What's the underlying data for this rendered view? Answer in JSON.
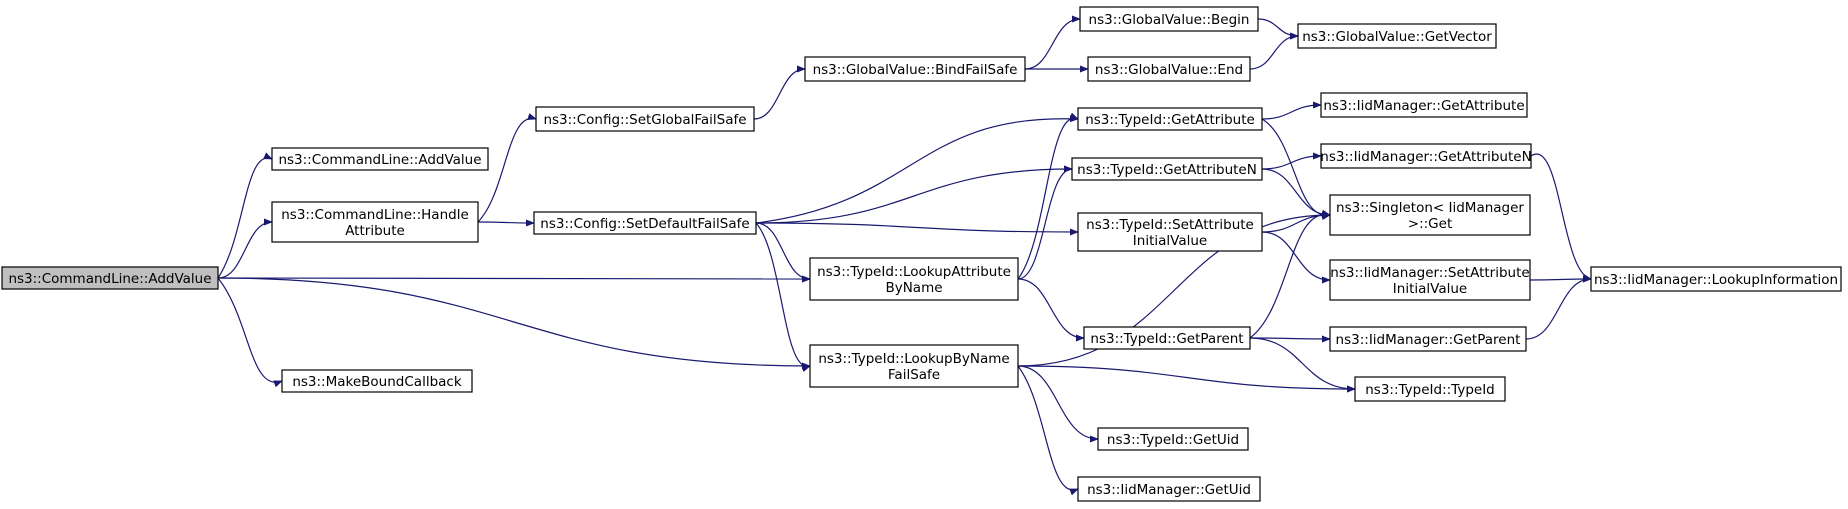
{
  "diagram": {
    "type": "call-graph",
    "edge_color": "#191970",
    "root_fill": "#bfbfbf",
    "nodes": [
      {
        "id": "root",
        "lines": [
          "ns3::CommandLine::AddValue"
        ],
        "root": true
      },
      {
        "id": "cl_addvalue2",
        "lines": [
          "ns3::CommandLine::AddValue"
        ]
      },
      {
        "id": "cl_handle",
        "lines": [
          "ns3::CommandLine::Handle",
          "Attribute"
        ]
      },
      {
        "id": "make_bound",
        "lines": [
          "ns3::MakeBoundCallback"
        ]
      },
      {
        "id": "cfg_setglobal",
        "lines": [
          "ns3::Config::SetGlobalFailSafe"
        ]
      },
      {
        "id": "cfg_setdefault",
        "lines": [
          "ns3::Config::SetDefaultFailSafe"
        ]
      },
      {
        "id": "gv_bind",
        "lines": [
          "ns3::GlobalValue::BindFailSafe"
        ]
      },
      {
        "id": "tid_lookupattr",
        "lines": [
          "ns3::TypeId::LookupAttribute",
          "ByName"
        ]
      },
      {
        "id": "tid_lookupbyname",
        "lines": [
          "ns3::TypeId::LookupByName",
          "FailSafe"
        ]
      },
      {
        "id": "gv_begin",
        "lines": [
          "ns3::GlobalValue::Begin"
        ]
      },
      {
        "id": "gv_end",
        "lines": [
          "ns3::GlobalValue::End"
        ]
      },
      {
        "id": "tid_getattr",
        "lines": [
          "ns3::TypeId::GetAttribute"
        ]
      },
      {
        "id": "tid_getattrn",
        "lines": [
          "ns3::TypeId::GetAttributeN"
        ]
      },
      {
        "id": "tid_setattr",
        "lines": [
          "ns3::TypeId::SetAttribute",
          "InitialValue"
        ]
      },
      {
        "id": "tid_getparent",
        "lines": [
          "ns3::TypeId::GetParent"
        ]
      },
      {
        "id": "tid_getuid",
        "lines": [
          "ns3::TypeId::GetUid"
        ]
      },
      {
        "id": "iid_getuid",
        "lines": [
          "ns3::IidManager::GetUid"
        ]
      },
      {
        "id": "gv_getvector",
        "lines": [
          "ns3::GlobalValue::GetVector"
        ]
      },
      {
        "id": "iid_getattr",
        "lines": [
          "ns3::IidManager::GetAttribute"
        ]
      },
      {
        "id": "iid_getattrn",
        "lines": [
          "ns3::IidManager::GetAttributeN"
        ]
      },
      {
        "id": "singleton_get",
        "lines": [
          "ns3::Singleton< IidManager",
          " >::Get"
        ]
      },
      {
        "id": "iid_setattr",
        "lines": [
          "ns3::IidManager::SetAttribute",
          "InitialValue"
        ]
      },
      {
        "id": "iid_getparent",
        "lines": [
          "ns3::IidManager::GetParent"
        ]
      },
      {
        "id": "tid_typeid",
        "lines": [
          "ns3::TypeId::TypeId"
        ]
      },
      {
        "id": "iid_lookupinfo",
        "lines": [
          "ns3::IidManager::LookupInformation"
        ]
      }
    ],
    "edges": [
      [
        "root",
        "cl_addvalue2"
      ],
      [
        "root",
        "cl_handle"
      ],
      [
        "root",
        "make_bound"
      ],
      [
        "root",
        "tid_lookupattr"
      ],
      [
        "root",
        "tid_lookupbyname"
      ],
      [
        "cl_handle",
        "cfg_setglobal"
      ],
      [
        "cl_handle",
        "cfg_setdefault"
      ],
      [
        "cfg_setglobal",
        "gv_bind"
      ],
      [
        "gv_bind",
        "gv_begin"
      ],
      [
        "gv_bind",
        "gv_end"
      ],
      [
        "gv_begin",
        "gv_getvector"
      ],
      [
        "gv_end",
        "gv_getvector"
      ],
      [
        "cfg_setdefault",
        "tid_getattr"
      ],
      [
        "cfg_setdefault",
        "tid_getattrn"
      ],
      [
        "cfg_setdefault",
        "tid_setattr"
      ],
      [
        "cfg_setdefault",
        "tid_lookupattr"
      ],
      [
        "cfg_setdefault",
        "tid_lookupbyname"
      ],
      [
        "tid_lookupattr",
        "tid_getattr"
      ],
      [
        "tid_lookupattr",
        "tid_getattrn"
      ],
      [
        "tid_lookupattr",
        "tid_getparent"
      ],
      [
        "tid_getattr",
        "iid_getattr"
      ],
      [
        "tid_getattr",
        "singleton_get"
      ],
      [
        "tid_getattrn",
        "iid_getattrn"
      ],
      [
        "tid_getattrn",
        "singleton_get"
      ],
      [
        "tid_setattr",
        "singleton_get"
      ],
      [
        "tid_setattr",
        "iid_setattr"
      ],
      [
        "tid_getparent",
        "singleton_get"
      ],
      [
        "tid_getparent",
        "iid_getparent"
      ],
      [
        "tid_getparent",
        "tid_typeid"
      ],
      [
        "tid_lookupbyname",
        "singleton_get"
      ],
      [
        "tid_lookupbyname",
        "tid_typeid"
      ],
      [
        "tid_lookupbyname",
        "tid_getuid"
      ],
      [
        "tid_lookupbyname",
        "iid_getuid"
      ],
      [
        "iid_getattrn",
        "iid_lookupinfo"
      ],
      [
        "iid_setattr",
        "iid_lookupinfo"
      ],
      [
        "iid_getparent",
        "iid_lookupinfo"
      ]
    ]
  }
}
